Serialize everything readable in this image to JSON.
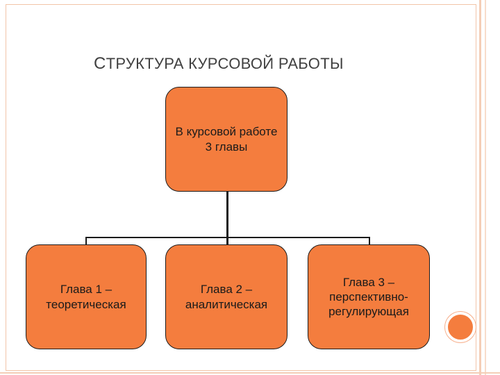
{
  "slide": {
    "title_first": "С",
    "title_rest": "ТРУКТУРА КУРСОВОЙ РАБОТЫ"
  },
  "diagram": {
    "root": {
      "label": "В курсовой работе\n3 главы"
    },
    "children": [
      {
        "label": "Глава 1 –\nтеоретическая"
      },
      {
        "label": "Глава 2 –\nаналитическая"
      },
      {
        "label": "Глава 3 –\nперспективно-\nрегулирующая"
      }
    ]
  },
  "colors": {
    "box_fill": "#f47d3e",
    "border": "#1a1a1a",
    "frame_accent": "#f4cdb6"
  }
}
